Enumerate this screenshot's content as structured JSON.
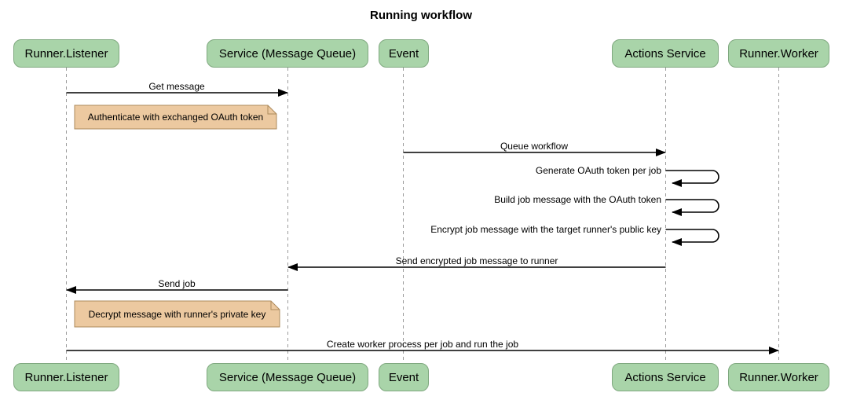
{
  "title": "Running workflow",
  "actors": [
    {
      "id": "runner-listener",
      "label": "Runner.Listener"
    },
    {
      "id": "service-message-queue",
      "label": "Service (Message Queue)"
    },
    {
      "id": "event",
      "label": "Event"
    },
    {
      "id": "actions-service",
      "label": "Actions Service"
    },
    {
      "id": "runner-worker",
      "label": "Runner.Worker"
    }
  ],
  "messages": [
    {
      "label": "Get message",
      "from": "Runner.Listener",
      "to": "Service (Message Queue)",
      "direction": "right"
    },
    {
      "label": "Queue workflow",
      "from": "Event",
      "to": "Actions Service",
      "direction": "right"
    },
    {
      "label": "Generate OAuth token per job",
      "from": "Actions Service",
      "to": "Actions Service",
      "direction": "self"
    },
    {
      "label": "Build job message with the OAuth token",
      "from": "Actions Service",
      "to": "Actions Service",
      "direction": "self"
    },
    {
      "label": "Encrypt job message with the target runner's public key",
      "from": "Actions Service",
      "to": "Actions Service",
      "direction": "self"
    },
    {
      "label": "Send encrypted job message to runner",
      "from": "Actions Service",
      "to": "Service (Message Queue)",
      "direction": "left"
    },
    {
      "label": "Send job",
      "from": "Service (Message Queue)",
      "to": "Runner.Listener",
      "direction": "left"
    },
    {
      "label": "Create worker process per job and run the job",
      "from": "Runner.Listener",
      "to": "Runner.Worker",
      "direction": "right"
    }
  ],
  "notes": [
    {
      "text": "Authenticate with exchanged OAuth token",
      "near": "Runner.Listener"
    },
    {
      "text": "Decrypt message with runner's private key",
      "near": "Runner.Listener"
    }
  ],
  "colors": {
    "background": "#ffffff",
    "actor_fill": "#a9d4a9",
    "actor_border": "#7fa87f",
    "note_fill": "#ecc9a0",
    "note_border": "#ad8a5b",
    "lifeline": "#9c9c9c",
    "arrow": "#000000",
    "text": "#000000"
  }
}
